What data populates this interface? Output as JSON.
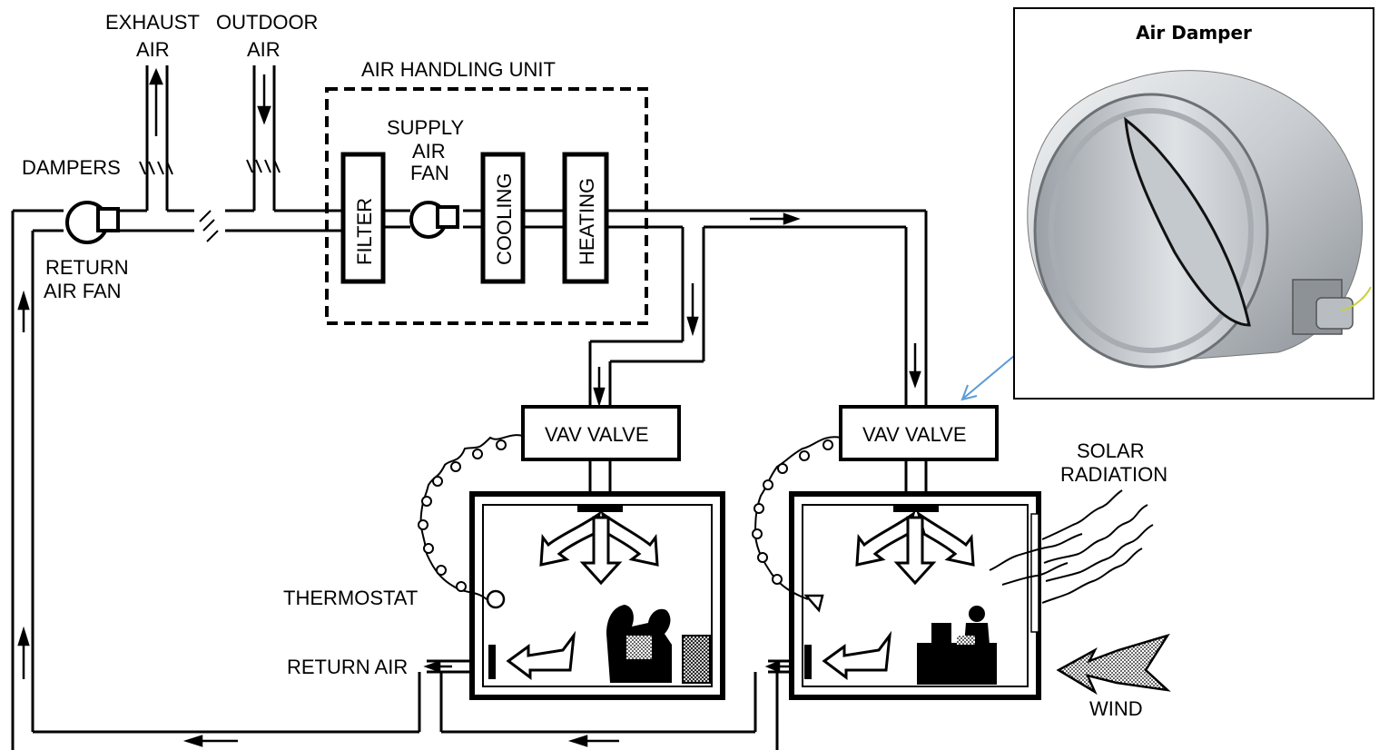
{
  "labels": {
    "exhaust_air_1": "EXHAUST",
    "exhaust_air_2": "AIR",
    "outdoor_air_1": "OUTDOOR",
    "outdoor_air_2": "AIR",
    "air_handling_unit": "AIR HANDLING UNIT",
    "supply_1": "SUPPLY",
    "supply_2": "AIR",
    "supply_3": "FAN",
    "dampers": "DAMPERS",
    "return_fan_1": "RETURN",
    "return_fan_2": "AIR FAN",
    "filter": "FILTER",
    "cooling": "COOLING",
    "heating": "HEATING",
    "vav_valve_left": "VAV VALVE",
    "vav_valve_right": "VAV VALVE",
    "thermostat": "THERMOSTAT",
    "return_air": "RETURN AIR",
    "solar_1": "SOLAR",
    "solar_2": "RADIATION",
    "wind": "WIND"
  },
  "inset": {
    "title": "Air Damper"
  },
  "colors": {
    "line": "#000000",
    "pointer_arrow": "#5b9bd5",
    "metal_light": "#e4e7ea",
    "metal_dark": "#8a9096"
  }
}
